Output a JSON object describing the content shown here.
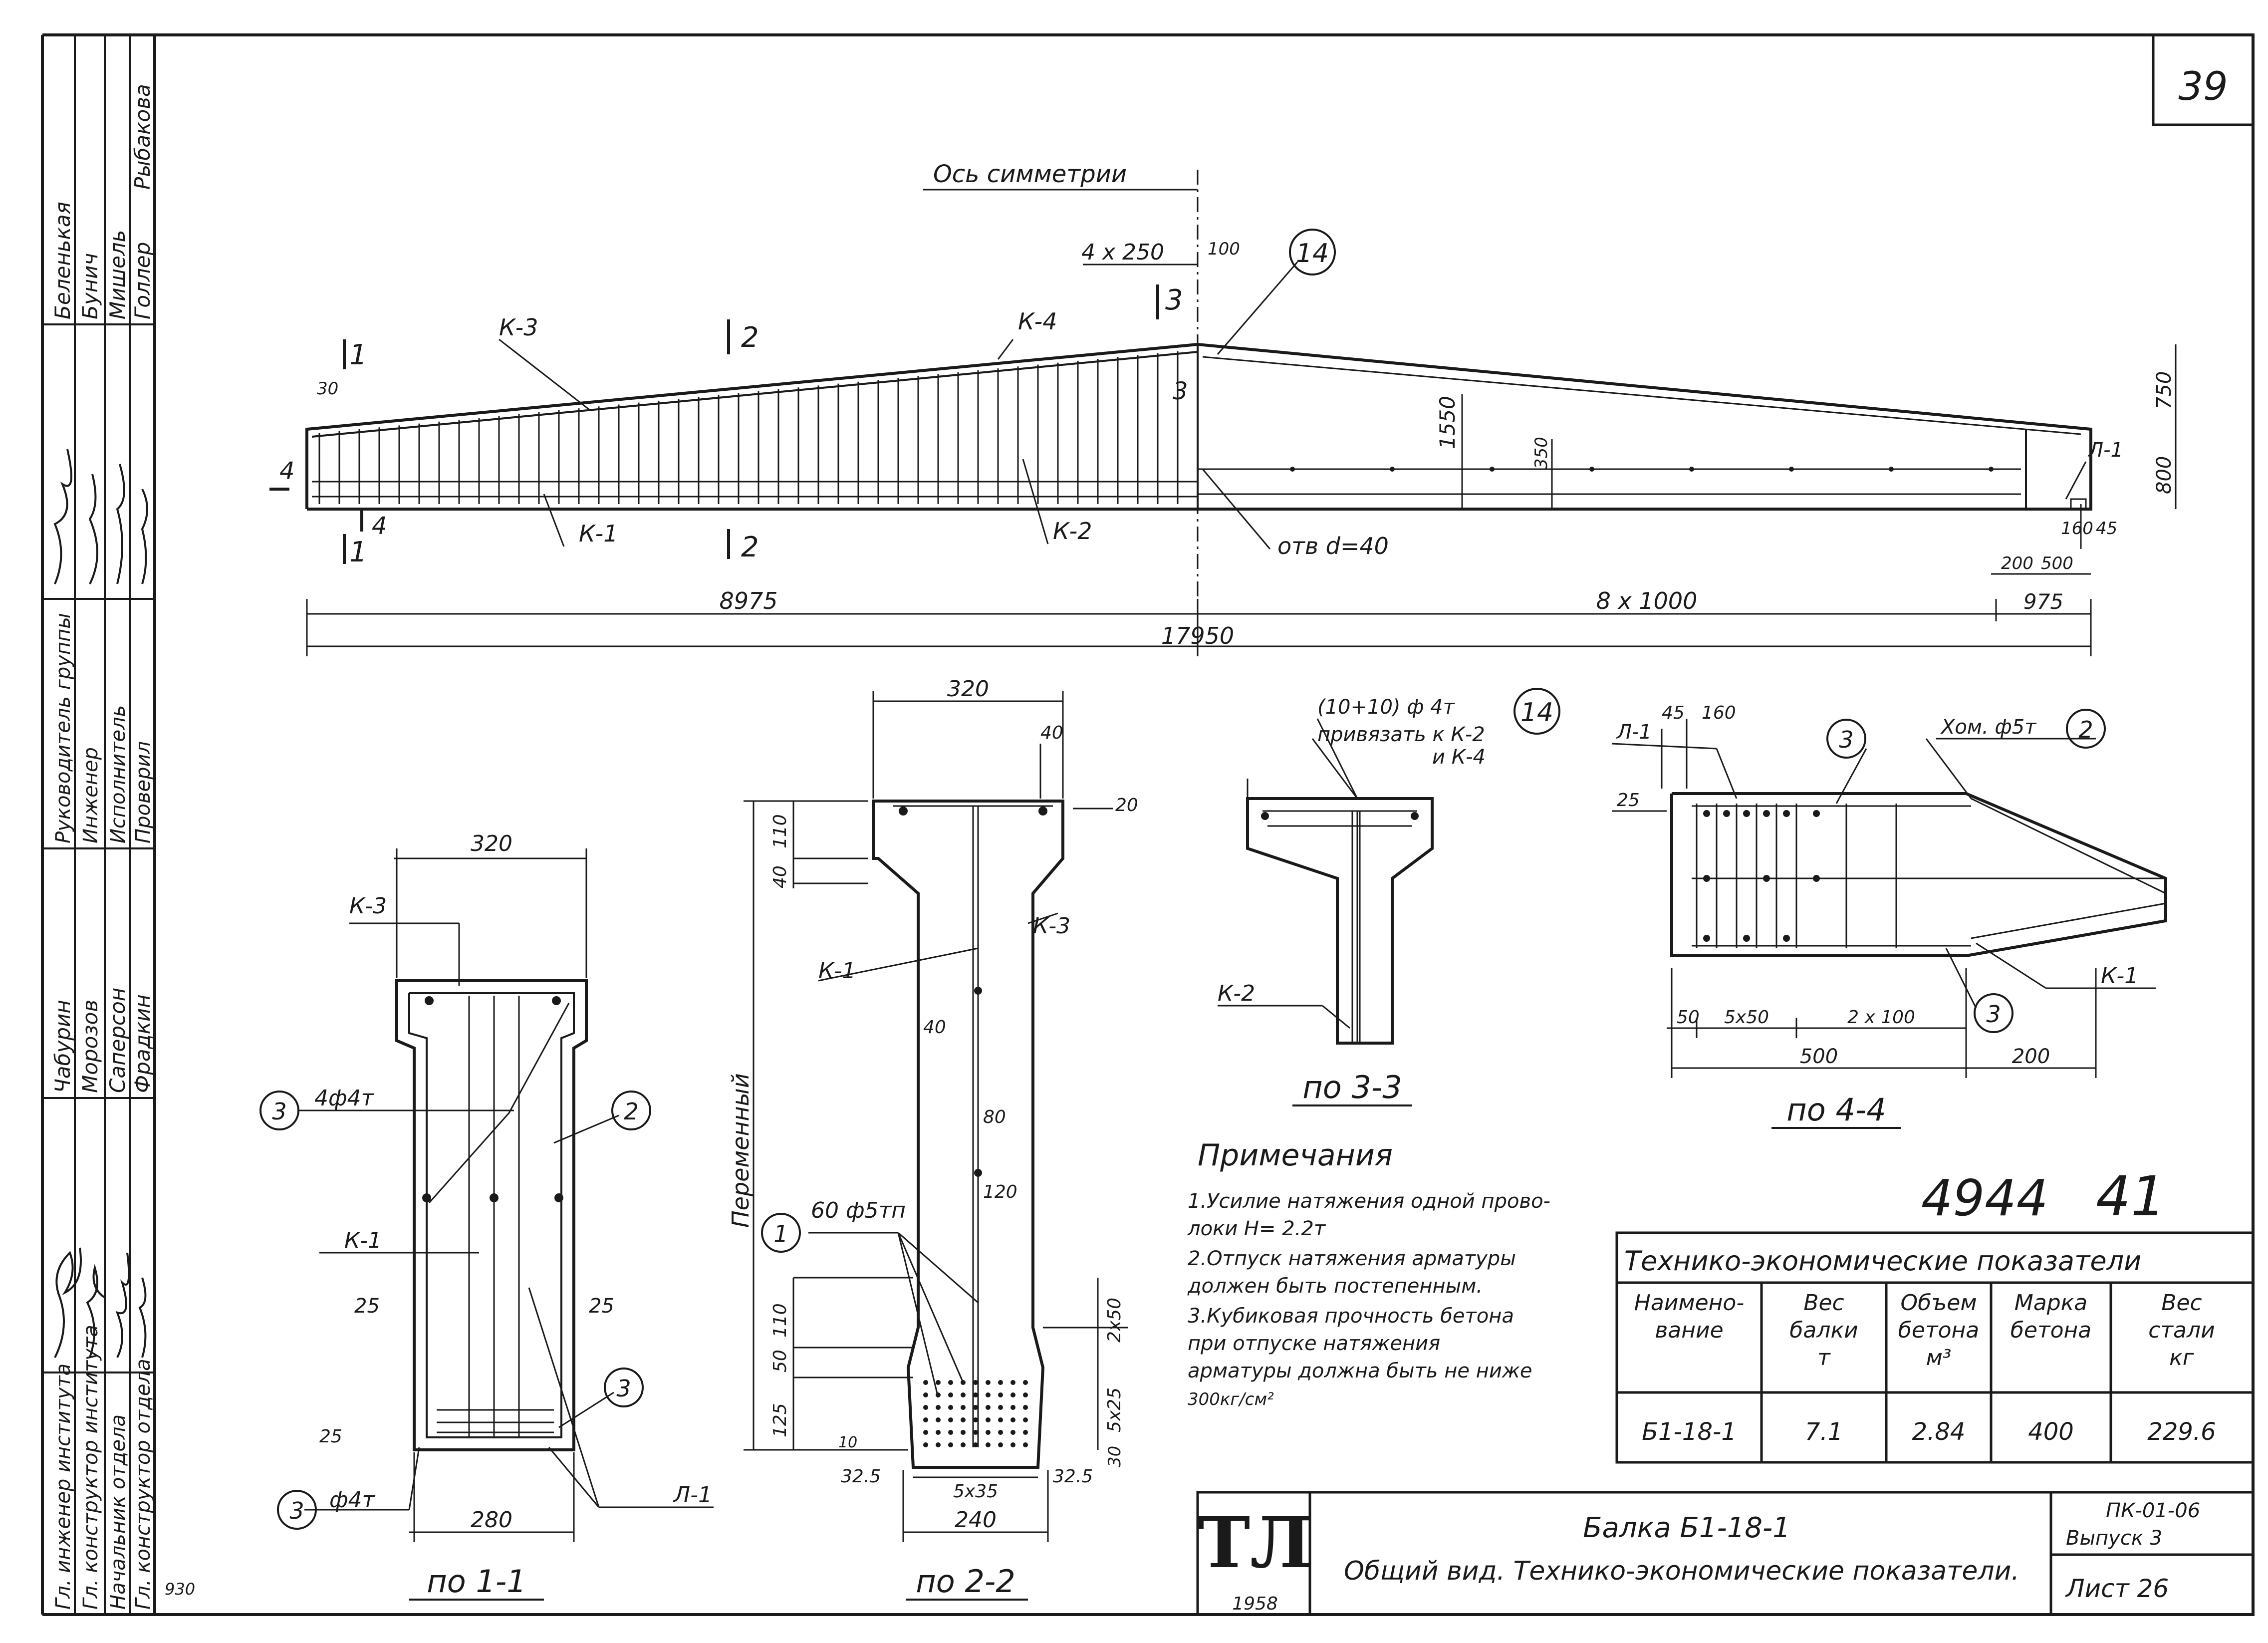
{
  "sheet_number": "39",
  "axis_of_symmetry": "Ось симметрии",
  "elevation": {
    "labels": {
      "k1": "К-1",
      "k2": "К-2",
      "k3": "К-3",
      "k4": "К-4",
      "l1": "Л-1",
      "hole": "отв d=40",
      "pos14": "14",
      "sec1": "1",
      "sec2": "2",
      "sec3": "3",
      "sec4": "4"
    },
    "dims": {
      "d4x250": "4 x 250",
      "d100": "100",
      "d30": "30",
      "d1550": "1550",
      "d350": "350",
      "d750": "750",
      "d800": "800",
      "d160": "160",
      "d45": "45",
      "d200": "200",
      "d500": "500",
      "d8975": "8975",
      "d8x1000": "8 x 1000",
      "d975": "975",
      "d17950": "17950"
    }
  },
  "section_1": {
    "title": "по 1-1",
    "labels": {
      "k3": "К-3",
      "k1": "К-1",
      "l1": "Л-1",
      "bars4": "4ф4т",
      "bars_t": "ф4т",
      "p3a": "3",
      "p2": "2",
      "p3b": "3",
      "p3c": "3"
    },
    "dims": {
      "w320": "320",
      "w280": "280",
      "s25a": "25",
      "s25b": "25",
      "s25c": "25"
    }
  },
  "section_2": {
    "title": "по 2-2",
    "labels": {
      "k1": "К-1",
      "k3": "К-3",
      "var": "Переменный",
      "strands": "60 ф5тп",
      "p1": "1"
    },
    "dims": {
      "w320": "320",
      "d40a": "40",
      "d20": "20",
      "d110a": "110",
      "d40b": "40",
      "d40c": "40",
      "d80": "80",
      "d120": "120",
      "d110b": "110",
      "d50": "50",
      "d125": "125",
      "d10": "10",
      "d2x50": "2x50",
      "d5x25": "5x25",
      "d30": "30",
      "d325a": "32.5",
      "d5x35": "5x35",
      "d325b": "32.5",
      "w240": "240"
    }
  },
  "section_3": {
    "title": "по 3-3",
    "labels": {
      "bars": "(10+10) ф 4т",
      "tie1": "привязать к К-2",
      "tie2": "и К-4",
      "k2": "К-2",
      "p14": "14"
    }
  },
  "section_4": {
    "title": "по 4-4",
    "labels": {
      "l1": "Л-1",
      "p3a": "3",
      "clamp": "Хом. ф5т",
      "p2": "2",
      "k1": "К-1",
      "p3b": "3"
    },
    "dims": {
      "d45": "45",
      "d160": "160",
      "d25": "25",
      "d50": "50",
      "d5x50": "5x50",
      "d2x100": "2 x 100",
      "d500": "500",
      "d200": "200"
    }
  },
  "notes": {
    "title": "Примечания",
    "lines": [
      "1.Усилие натяжения одной прово-",
      "   локи  Н= 2.2т",
      "2.Отпуск натяжения арматуры",
      "   должен быть постепенным.",
      "3.Кубиковая прочность бетона",
      "   при отпуске  натяжения",
      "   арматуры должна быть не ниже",
      "   300кг/см²"
    ]
  },
  "inventory_number": "4944",
  "inventory_suffix": "41",
  "table": {
    "title": "Технико-экономические показатели",
    "headers": [
      "Наимено-\nвание",
      "Вес\nбалки\nт",
      "Объем\nбетона\nм³",
      "Марка\nбетона",
      "Вес\nстали\nкг"
    ],
    "row": [
      "Б1-18-1",
      "7.1",
      "2.84",
      "400",
      "229.6"
    ]
  },
  "title_block": {
    "logo": "ТЛ",
    "year": "1958",
    "name": "Балка Б1-18-1",
    "description": "Общий вид. Технико-экономические показатели.",
    "series": "ПК-01-06",
    "issue": "Выпуск 3",
    "sheet": "Лист 26"
  },
  "stamp": {
    "roles_left": [
      "Гл. инженер института",
      "Гл. конструктор института",
      "Начальник отдела",
      "Гл. конструктор отдела"
    ],
    "names_top": [
      "Чабурин",
      "Морозов",
      "Саперсон",
      "Фрадкин"
    ],
    "roles_mid": [
      "Руководитель группы",
      "Инженер",
      "Исполнитель",
      "Проверил"
    ],
    "names_right": [
      "Беленькая",
      "Бунич",
      "Мишель",
      "Голлер",
      "Рыбакова"
    ]
  },
  "corner_note": "930"
}
